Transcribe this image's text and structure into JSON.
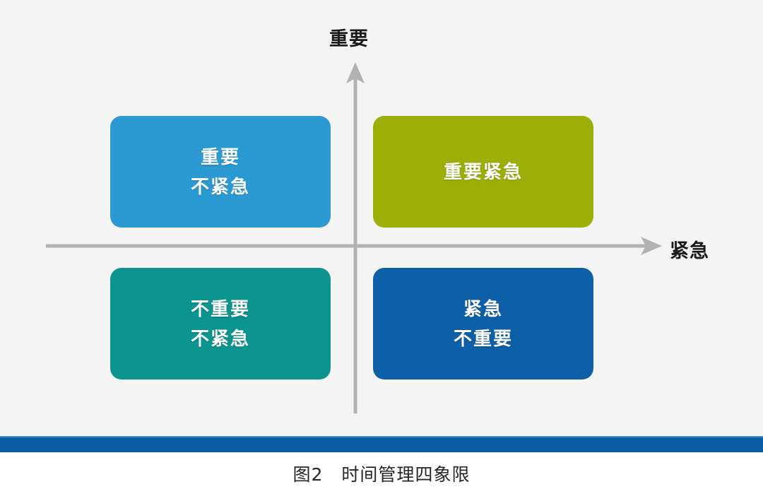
{
  "figure": {
    "caption": "图2　时间管理四象限",
    "caption_label": "图2",
    "caption_title": "时间管理四象限",
    "background_color": "#f4f4f4",
    "page_background_color": "#ffffff"
  },
  "axes": {
    "vertical": {
      "label": "重要",
      "label_meaning": "Important",
      "direction": "up",
      "arrow_icon": "arrow-up-icon",
      "color": "#b0b0b0"
    },
    "horizontal": {
      "label": "紧急",
      "label_meaning": "Urgent",
      "direction": "right",
      "arrow_icon": "arrow-right-icon",
      "color": "#b0b0b0"
    }
  },
  "quadrants": [
    {
      "id": "important-not-urgent",
      "position": "top-left",
      "lines": [
        "重要",
        "不紧急"
      ],
      "line1": "重要",
      "line2": "不紧急",
      "color": "#2b9ad3",
      "shadow_color": "#1d7fb2",
      "text_color": "#ffffff"
    },
    {
      "id": "important-urgent",
      "position": "top-right",
      "lines": [
        "重要紧急"
      ],
      "line1": "重要紧急",
      "line2": "",
      "color": "#9cae08",
      "shadow_color": "#7f8f06",
      "text_color": "#ffffff"
    },
    {
      "id": "not-important-not-urgent",
      "position": "bottom-left",
      "lines": [
        "不重要",
        "不紧急"
      ],
      "line1": "不重要",
      "line2": "不紧急",
      "color": "#0c948f",
      "shadow_color": "#097a76",
      "text_color": "#ffffff"
    },
    {
      "id": "urgent-not-important",
      "position": "bottom-right",
      "lines": [
        "紧急",
        "不重要"
      ],
      "line1": "紧急",
      "line2": "不重要",
      "color": "#0d60a8",
      "shadow_color": "#0a4c86",
      "text_color": "#ffffff"
    }
  ],
  "divider": {
    "color": "#0b5ca0",
    "highlight_color": "#3f8cc4"
  }
}
